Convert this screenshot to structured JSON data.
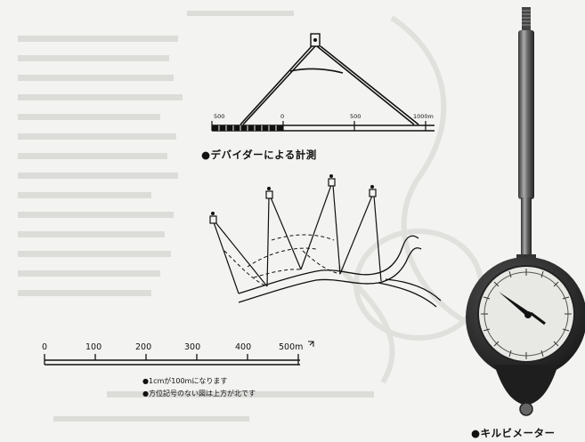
{
  "divider_scale": {
    "labels": [
      "500",
      "0",
      "500",
      "1000m"
    ]
  },
  "captions": {
    "divider": "●デバイダーによる計測",
    "curvimeter": "●キルビメーター"
  },
  "map_scale": {
    "labels": [
      "0",
      "100",
      "200",
      "300",
      "400",
      "500m"
    ]
  },
  "notes": [
    "●1cmが100mになります",
    "●方位記号のない図は上方が北です"
  ],
  "colors": {
    "ink": "#111111",
    "paper": "#f3f3f1",
    "ghost": "#d6d6d4"
  }
}
